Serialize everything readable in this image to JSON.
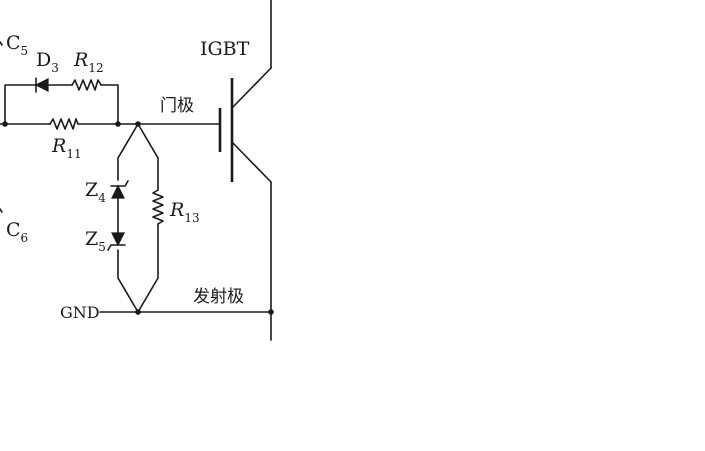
{
  "labels": {
    "c5": "C",
    "c5_sub": "5",
    "c6": "C",
    "c6_sub": "6",
    "d3": "D",
    "d3_sub": "3",
    "r12": "R",
    "r12_sub": "12",
    "r11": "R",
    "r11_sub": "11",
    "r13": "R",
    "r13_sub": "13",
    "z4": "Z",
    "z4_sub": "4",
    "z5": "Z",
    "z5_sub": "5",
    "igbt": "IGBT",
    "gate": "门极",
    "emitter": "发射极",
    "gnd": "GND"
  }
}
